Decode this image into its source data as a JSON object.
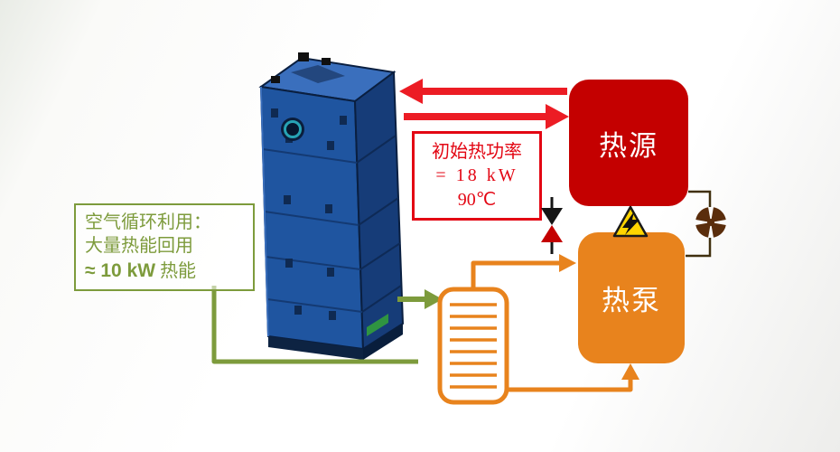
{
  "colors": {
    "heat_source_red": "#c40000",
    "arrow_red": "#ec1c24",
    "note_red": "#e30613",
    "orange": "#e8831d",
    "green": "#7d9b3c",
    "fan_brown": "#5a2d0c",
    "warning_yellow": "#ffd500",
    "cabinet_blue": "#1f55a0"
  },
  "nodes": {
    "heat_source": {
      "label": "热源"
    },
    "heat_pump": {
      "label": "热泵"
    }
  },
  "power_note": {
    "lines": [
      "初始热功率",
      "= 18 kW",
      "90℃"
    ]
  },
  "air_note": {
    "line1": "空气循环利用：",
    "line2": "大量热能回用",
    "value": "≈ 10 kW",
    "suffix": " 热能"
  },
  "icons": [
    "battery-pack-illustration",
    "heat-exchanger-icon",
    "valve-icon",
    "lightning-warning-icon",
    "fan-icon"
  ]
}
